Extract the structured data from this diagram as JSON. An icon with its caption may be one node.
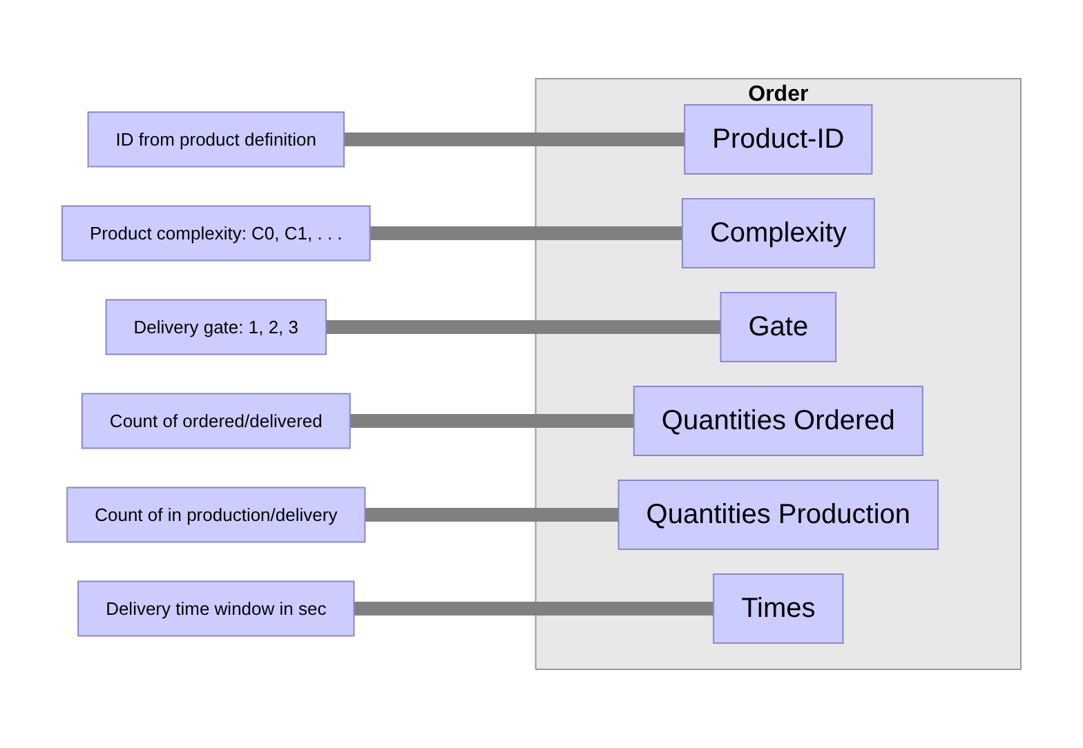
{
  "diagram": {
    "nodes": [
      {
        "text": [
          "Order"
        ]
      },
      {
        "text": [
          "ID from product definition"
        ]
      },
      {
        "text": [
          "Product-ID"
        ],
        "in": 0
      },
      {
        "text": [
          "Product complexity: C0, C1, . . ."
        ]
      },
      {
        "text": [
          "Complexity"
        ],
        "in": 0
      },
      {
        "text": [
          "Delivery gate: 1, 2, 3"
        ]
      },
      {
        "text": [
          "Gate"
        ],
        "in": 0
      },
      {
        "text": [
          "Count of ordered/delivered"
        ]
      },
      {
        "text": [
          "Quantities Ordered"
        ],
        "in": 0
      },
      {
        "text": [
          "Count of in production/delivery"
        ]
      },
      {
        "text": [
          "Quantities Production"
        ],
        "in": 0
      },
      {
        "text": [
          "Delivery time window in sec"
        ]
      },
      {
        "text": [
          "Times"
        ],
        "in": 0
      }
    ],
    "edges": [
      {
        "from": 1,
        "to": 2,
        "arrow": "none"
      },
      {
        "from": 3,
        "to": 4,
        "arrow": "none"
      },
      {
        "from": 5,
        "to": 6,
        "arrow": "none"
      },
      {
        "from": 7,
        "to": 8,
        "arrow": "none"
      },
      {
        "from": 9,
        "to": 10,
        "arrow": "none"
      },
      {
        "from": 11,
        "to": 12,
        "arrow": "none"
      }
    ]
  }
}
